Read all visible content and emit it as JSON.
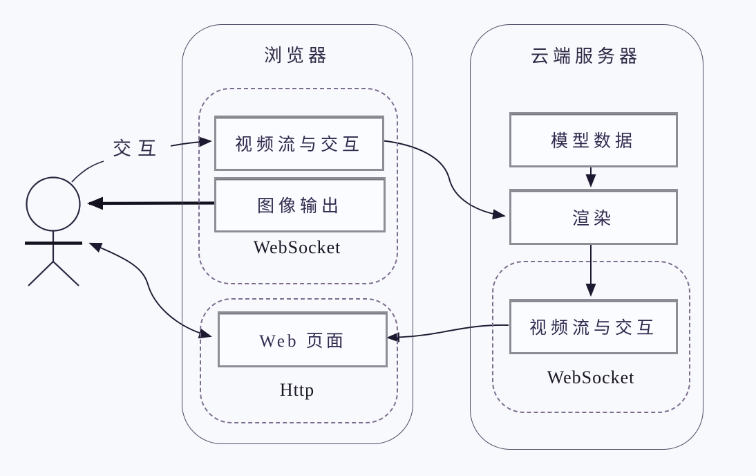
{
  "labels": {
    "interaction": "交互",
    "browser_title": "浏览器",
    "server_title": "云端服务器",
    "browser_video_box": "视频流与交互",
    "browser_image_box": "图像输出",
    "browser_websocket": "WebSocket",
    "browser_web_page_box": "Web 页面",
    "browser_http": "Http",
    "server_model_box": "模型数据",
    "server_render_box": "渲染",
    "server_video_box": "视频流与交互",
    "server_websocket": "WebSocket"
  },
  "colors": {
    "background": "#f8f9fd",
    "container_border": "#4c4661",
    "dashed_border": "#7b6d8e",
    "box_border": "#8d8d96",
    "box_fill": "#fbfcff",
    "text": "#302a4e",
    "arrow": "#1d1930"
  },
  "edges": [
    {
      "from": "user",
      "to": "browser-video-box",
      "label": "交互"
    },
    {
      "from": "browser-video-box",
      "to": "server-render-box"
    },
    {
      "from": "server-model-box",
      "to": "server-render-box"
    },
    {
      "from": "server-render-box",
      "to": "server-video-box"
    },
    {
      "from": "server-video-box",
      "to": "browser-web-page-box"
    },
    {
      "from": "browser-image-box",
      "to": "user"
    },
    {
      "from": "browser-web-page-box",
      "to": "user",
      "bidirectional": true
    }
  ]
}
